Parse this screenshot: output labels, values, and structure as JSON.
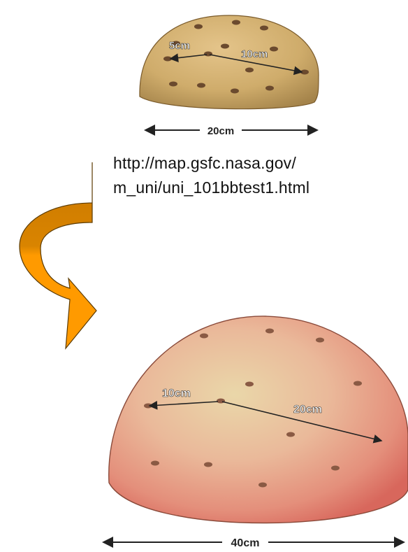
{
  "source": {
    "url_line1": "http://map.gsfc.nasa.gov/",
    "url_line2": "m_uni/uni_101bbtest1.html"
  },
  "small_dome": {
    "short_distance": "5cm",
    "long_distance": "10cm",
    "width": "20cm",
    "color": "#cfac6b"
  },
  "large_dome": {
    "short_distance": "10cm",
    "long_distance": "20cm",
    "width": "40cm",
    "color": "#e27d6c"
  },
  "arrow": {
    "color_top": "#c97800",
    "color_bottom": "#ff9a00"
  }
}
